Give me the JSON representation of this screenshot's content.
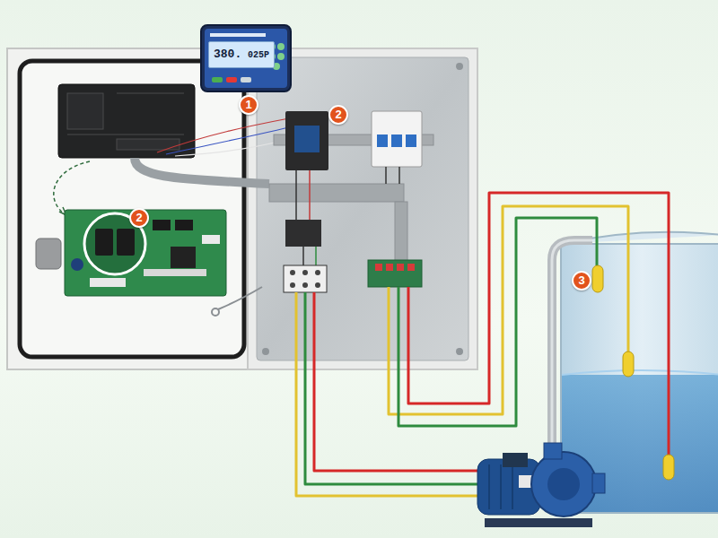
{
  "diagram": {
    "nodes": [
      {
        "text": [
          "380.",
          "025P"
        ]
      }
    ],
    "labels": [
      "1",
      "2",
      "2",
      "3"
    ]
  }
}
